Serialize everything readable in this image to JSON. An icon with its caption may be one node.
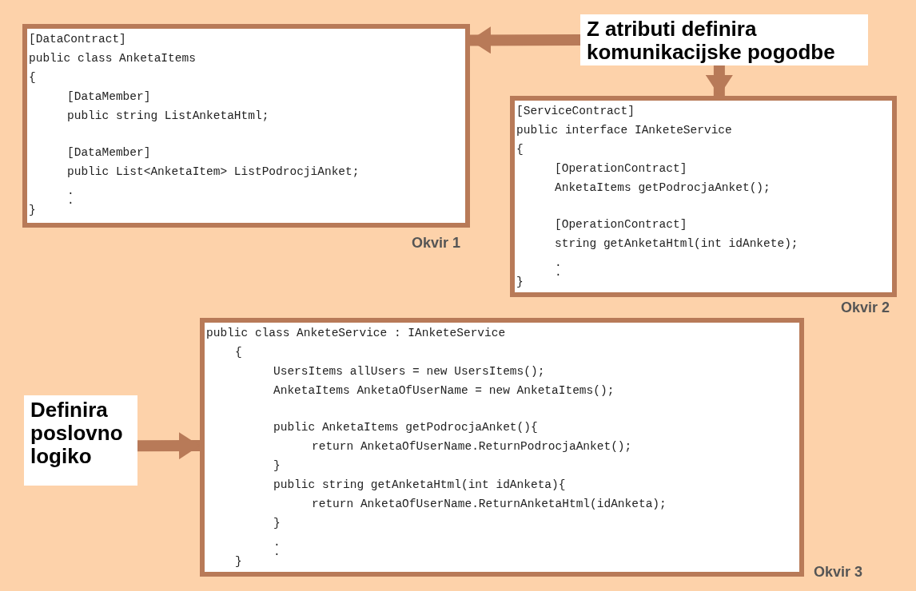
{
  "diagram": {
    "nodes": [
      {
        "text": [
          "[DataContract]",
          "public class AnketaItems",
          "{",
          "[DataMember]",
          "public string ListAnketaHtml;",
          "[DataMember]",
          "public List<AnketaItem> ListPodrocjiAnket;",
          ".",
          ".",
          "}"
        ],
        "beside": [
          "Okvir 1"
        ]
      },
      {
        "text": [
          "Z atributi definira komunikacijske pogodbe"
        ]
      },
      {
        "text": [
          "[ServiceContract]",
          "public interface IAnketeService",
          "{",
          "[OperationContract]",
          "AnketaItems getPodrocjaAnket();",
          "[OperationContract]",
          "string getAnketaHtml(int idAnkete);",
          ".",
          ".",
          "}"
        ],
        "beside": [
          "Okvir 2"
        ]
      },
      {
        "text": [
          "public class AnketeService : IAnketeService",
          "{",
          "UsersItems allUsers = new UsersItems();",
          "AnketaItems AnketaOfUserName = new AnketaItems();",
          "public AnketaItems getPodrocjaAnket(){",
          "return AnketaOfUserName.ReturnPodrocjaAnket();",
          "}",
          "public string getAnketaHtml(int idAnketa){",
          "return AnketaOfUserName.ReturnAnketaHtml(idAnketa);",
          "}",
          ".",
          ".",
          "}"
        ],
        "beside": [
          "Okvir 3"
        ]
      },
      {
        "text": [
          "Definira poslovno logiko"
        ]
      }
    ],
    "edges": [
      {
        "from": 1,
        "to": 0,
        "arrow": "to"
      },
      {
        "from": 1,
        "to": 2,
        "arrow": "to"
      },
      {
        "from": 4,
        "to": 3,
        "arrow": "to"
      }
    ]
  }
}
